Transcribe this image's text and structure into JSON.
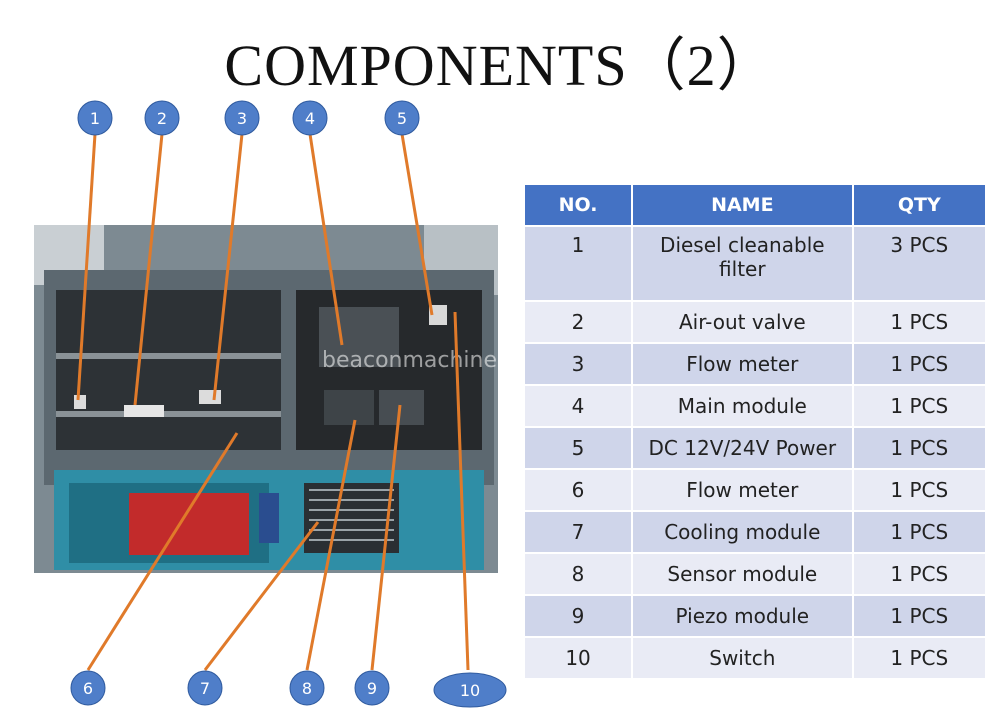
{
  "title": "COMPONENTS（2）",
  "watermark": "beaconmachine.en.alibaba.com",
  "callouts": [
    "1",
    "2",
    "3",
    "4",
    "5",
    "6",
    "7",
    "8",
    "9",
    "10"
  ],
  "table": {
    "headers": [
      "NO.",
      "NAME",
      "QTY"
    ],
    "rows": [
      {
        "no": "1",
        "name": "Diesel cleanable filter",
        "qty": "3 PCS"
      },
      {
        "no": "2",
        "name": "Air-out valve",
        "qty": "1 PCS"
      },
      {
        "no": "3",
        "name": "Flow meter",
        "qty": "1 PCS"
      },
      {
        "no": "4",
        "name": "Main module",
        "qty": "1 PCS"
      },
      {
        "no": "5",
        "name": "DC 12V/24V Power",
        "qty": "1 PCS"
      },
      {
        "no": "6",
        "name": "Flow meter",
        "qty": "1 PCS"
      },
      {
        "no": "7",
        "name": "Cooling module",
        "qty": "1 PCS"
      },
      {
        "no": "8",
        "name": "Sensor module",
        "qty": "1 PCS"
      },
      {
        "no": "9",
        "name": "Piezo module",
        "qty": "1 PCS"
      },
      {
        "no": "10",
        "name": "Switch",
        "qty": "1 PCS"
      }
    ]
  },
  "colors": {
    "header": "#4472c4",
    "row_dark": "#cfd5ea",
    "row_light": "#e9ebf5",
    "callout": "#4f7ec9",
    "leader": "#e07a2a"
  }
}
